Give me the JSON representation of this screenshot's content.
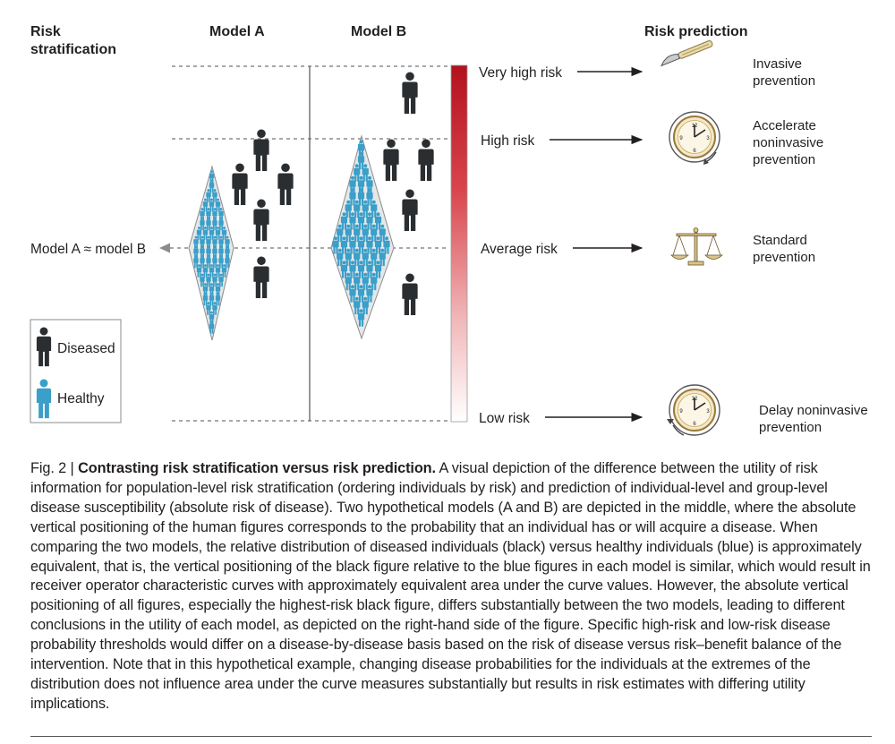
{
  "headers": {
    "risk_stratification": [
      "Risk",
      "stratification"
    ],
    "model_a": "Model A",
    "model_b": "Model B",
    "risk_prediction": "Risk prediction"
  },
  "model_equiv_label": "Model A ≈ model B",
  "legend": {
    "diseased": "Diseased",
    "healthy": "Healthy"
  },
  "risk_levels": [
    "Very high risk",
    "High risk",
    "Average risk",
    "Low risk"
  ],
  "preventions": [
    {
      "lines": [
        "Invasive",
        "prevention"
      ],
      "icon": "scalpel-icon"
    },
    {
      "lines": [
        "Accelerate",
        "noninvasive",
        "prevention"
      ],
      "icon": "clock-forward-icon"
    },
    {
      "lines": [
        "Standard",
        "prevention"
      ],
      "icon": "scales-icon"
    },
    {
      "lines": [
        "Delay noninvasive",
        "prevention"
      ],
      "icon": "clock-backward-icon"
    }
  ],
  "colors": {
    "diseased": "#2b2e31",
    "healthy": "#3a9fc9",
    "risk_high": "#b3121d",
    "risk_low": "#ffffff"
  },
  "caption": {
    "fig_label": "Fig. 2 | ",
    "title": "Contrasting risk stratification versus risk prediction.",
    "body": " A visual depiction of the difference between the utility of risk information for population-level risk stratification (ordering individuals by risk) and prediction of individual-level and group-level disease susceptibility (absolute risk of disease). Two hypothetical models (A and B) are depicted in the middle, where the absolute vertical positioning of the human figures corresponds to the probability that an individual has or will acquire a disease. When comparing the two models, the relative distribution of diseased individuals (black) versus healthy individuals (blue) is approximately equivalent, that is, the vertical positioning of the black figure relative to the blue figures in each model is similar, which would result in receiver operator characteristic curves with approximately equivalent area under the curve values. However, the absolute vertical positioning of all figures, especially the highest-risk black figure, differs substantially between the two models, leading to different conclusions in the utility of each model, as depicted on the right-hand side of the figure. Specific high-risk and low-risk disease probability thresholds would differ on a disease-by-disease basis based on the risk of disease versus risk–benefit balance of the intervention. Note that in this hypothetical example, changing disease probabilities for the individuals at the extremes of the distribution does not influence area under the curve measures substantially but results in risk estimates with differing utility implications."
  }
}
